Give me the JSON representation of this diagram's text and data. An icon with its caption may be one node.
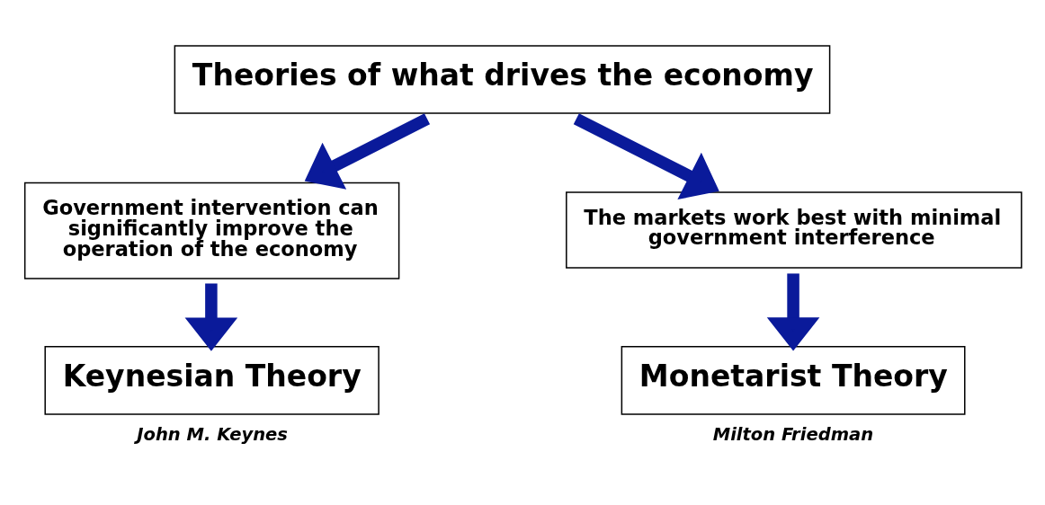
{
  "diagram": {
    "nodes": [
      {
        "text": [
          "Theories of what drives the economy"
        ]
      },
      {
        "text": [
          "Government intervention can significantly improve the operation of the economy"
        ]
      },
      {
        "text": [
          "The markets work best with minimal government interference"
        ]
      },
      {
        "text": [
          "Keynesian Theory"
        ],
        "beside": [
          "John M. Keynes"
        ]
      },
      {
        "text": [
          "Monetarist Theory"
        ],
        "beside": [
          "Milton Friedman"
        ]
      }
    ],
    "edges": [
      {
        "from": 0,
        "to": 1,
        "arrow": "to"
      },
      {
        "from": 0,
        "to": 2,
        "arrow": "to"
      },
      {
        "from": 1,
        "to": 3,
        "arrow": "to"
      },
      {
        "from": 2,
        "to": 4,
        "arrow": "to"
      }
    ]
  }
}
